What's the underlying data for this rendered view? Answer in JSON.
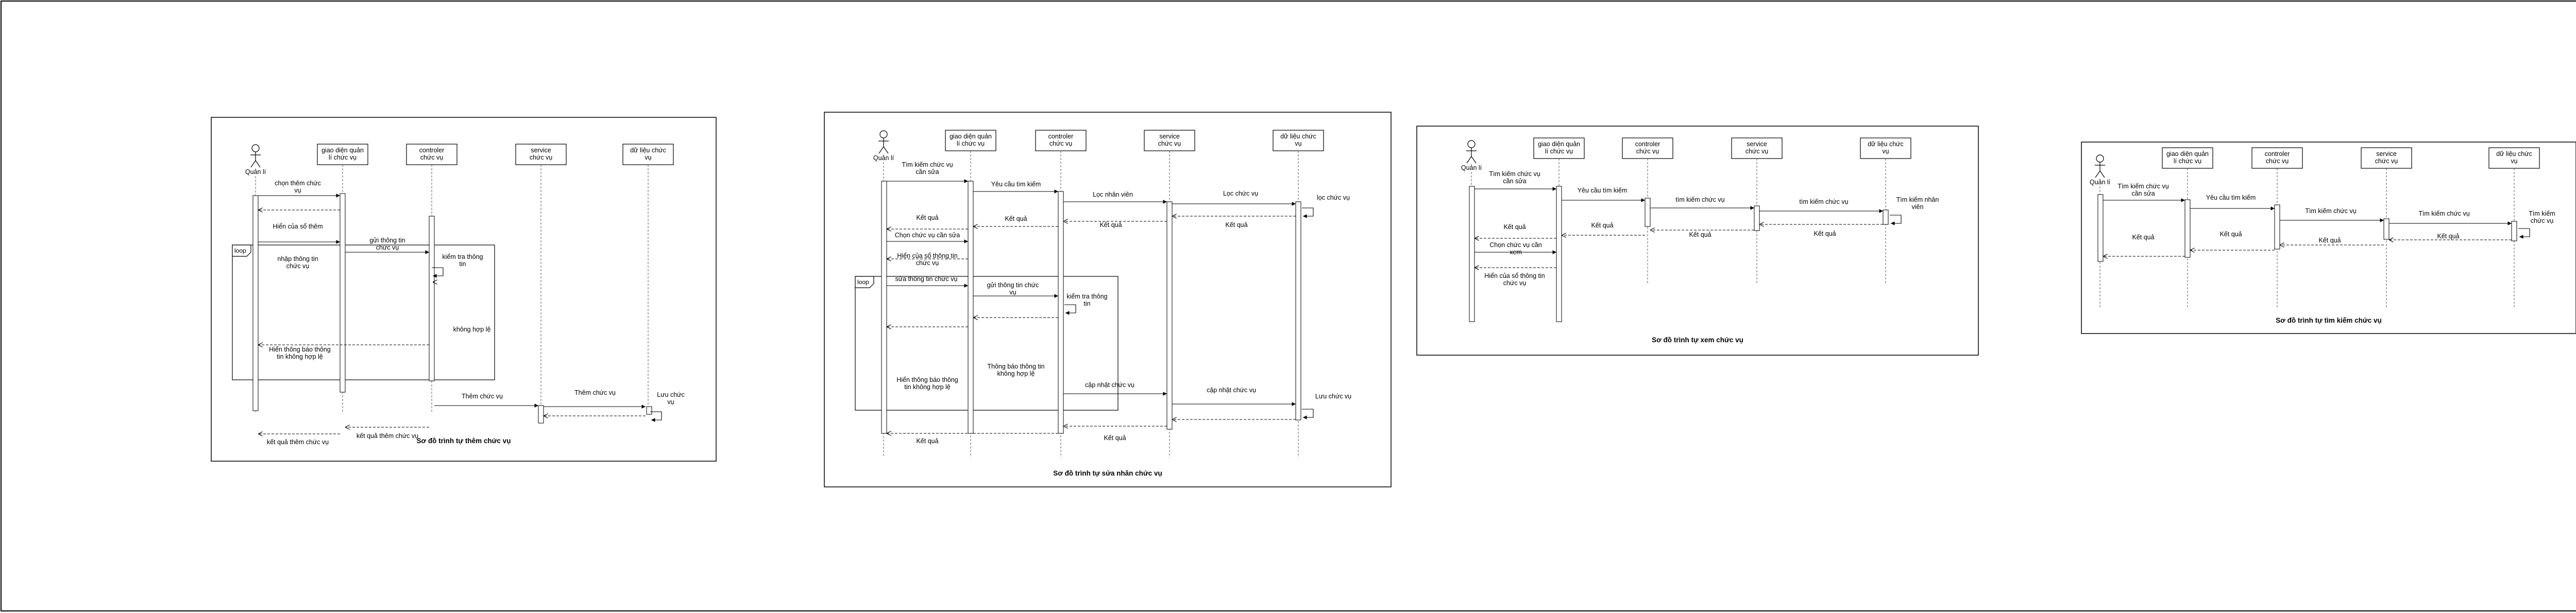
{
  "diagrams": [
    {
      "id": "them",
      "title": "Sơ đồ trình tự thêm chức vụ",
      "actor": "Quản lí",
      "participants": [
        [
          "giao diện quản",
          "lí chức vụ"
        ],
        [
          "controler",
          "chức vụ"
        ],
        [
          "service",
          "chức vụ"
        ],
        [
          "dữ liệu  chức",
          "vụ"
        ]
      ],
      "fragment_label": "loop",
      "messages": [
        [
          "chọn thêm chức",
          "vụ"
        ],
        [
          "Hiển của sổ thêm"
        ],
        [
          "nhập thông tin",
          "chức vụ"
        ],
        [
          "gửi thông tin",
          "chức vụ"
        ],
        [
          "kiểm tra thông",
          "tin"
        ],
        [
          "không hợp lệ"
        ],
        [
          "Hiển thông báo thông",
          "tin không hợp lệ"
        ],
        [
          "Thêm chức vụ"
        ],
        [
          "Thêm chức vụ"
        ],
        [
          "Lưu chức",
          "vụ"
        ],
        [
          "kết quả thêm chức vụ"
        ],
        [
          "kết quả thêm chức vụ"
        ],
        [
          "kết quả thêm chức vụ"
        ]
      ]
    },
    {
      "id": "sua",
      "title": "Sơ đồ trình tự sửa nhân chức vụ",
      "actor": "Quản lí",
      "participants": [
        [
          "giao diện quản",
          "lí chức vụ"
        ],
        [
          "controler",
          "chức vụ"
        ],
        [
          "service",
          "chức vụ"
        ],
        [
          "dữ liệu  chức",
          "vụ"
        ]
      ],
      "fragment_label": "loop",
      "messages": [
        [
          "Tìm kiếm chức vụ",
          "cần sửa"
        ],
        [
          "Yêu cầu tìm kiếm"
        ],
        [
          "Lọc nhân viên"
        ],
        [
          "Lọc chức vụ"
        ],
        [
          "lọc chức vụ"
        ],
        [
          "Kết quả"
        ],
        [
          "Kết quả"
        ],
        [
          "Kết quả"
        ],
        [
          "Kết quả"
        ],
        [
          "Chọn chức vụ cần sửa"
        ],
        [
          "Hiển của sổ thông tin",
          "chức vụ"
        ],
        [
          "sửa thông tin chức vụ"
        ],
        [
          "gửi thông tin chức",
          "vụ"
        ],
        [
          "kiểm tra thông",
          "tin"
        ],
        [
          "Thông báo thông tin",
          "không hợp lệ"
        ],
        [
          "Hiển thông báo thông",
          "tin không hợp lệ"
        ],
        [
          "cập nhật chức vụ"
        ],
        [
          "cập nhật chức vụ"
        ],
        [
          "Lưu chức vụ"
        ],
        [
          "Kết quả"
        ],
        [
          "Kết quả"
        ],
        [
          "Kết quả"
        ]
      ]
    },
    {
      "id": "xem",
      "title": "Sơ đồ trình tự xem chức vụ",
      "actor": "Quản lí",
      "participants": [
        [
          "giao diện quản",
          "lí chức vụ"
        ],
        [
          "controler",
          "chức vụ"
        ],
        [
          "service",
          "chức vụ"
        ],
        [
          "dữ liệu  chức",
          "vụ"
        ]
      ],
      "messages": [
        [
          "Tìm kiếm chức vụ",
          "cần sửa"
        ],
        [
          "Yêu cầu tìm kiếm"
        ],
        [
          "tìm kiếm chức vụ"
        ],
        [
          "tìm kiếm chức vụ"
        ],
        [
          "Tìm kiếm nhân",
          "viên"
        ],
        [
          "Kết quả"
        ],
        [
          "Kết quả"
        ],
        [
          "Kết quả"
        ],
        [
          "Kết quả"
        ],
        [
          "Chọn chức vụ cần",
          "xem"
        ],
        [
          "Hiển của sổ thông tin",
          "chức vụ"
        ]
      ]
    },
    {
      "id": "tim",
      "title": "Sơ đồ trình tự tìm kiếm chức vụ",
      "actor": "Quản lí",
      "participants": [
        [
          "giao diện quản",
          "lí chức vụ"
        ],
        [
          "controler",
          "chức vụ"
        ],
        [
          "service",
          "chức vụ"
        ],
        [
          "dữ liệu  chức",
          "vụ"
        ]
      ],
      "messages": [
        [
          "Tìm kiếm chức vụ",
          "cần sửa"
        ],
        [
          "Yêu cầu tìm kiếm"
        ],
        [
          "Tìm kiếm chức vụ"
        ],
        [
          "Tìm kiếm chức vụ"
        ],
        [
          "Tìm kiếm",
          "chức vụ"
        ],
        [
          "Kết quả"
        ],
        [
          "Kết quả"
        ],
        [
          "Kết quả"
        ],
        [
          "Kết quả"
        ]
      ]
    }
  ]
}
